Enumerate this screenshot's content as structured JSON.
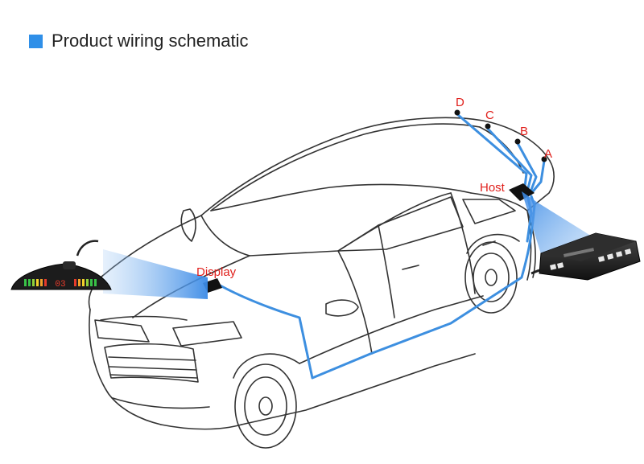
{
  "header": {
    "title": "Product wiring schematic"
  },
  "labels": {
    "display": "Display",
    "host": "Host",
    "sensor_a": "A",
    "sensor_b": "B",
    "sensor_c": "C",
    "sensor_d": "D"
  },
  "display_unit": {
    "digits": "03"
  },
  "colors": {
    "accent": "#2f8fe8",
    "wire": "#3d8fe0",
    "label": "#e0201c",
    "outline": "#333333"
  }
}
